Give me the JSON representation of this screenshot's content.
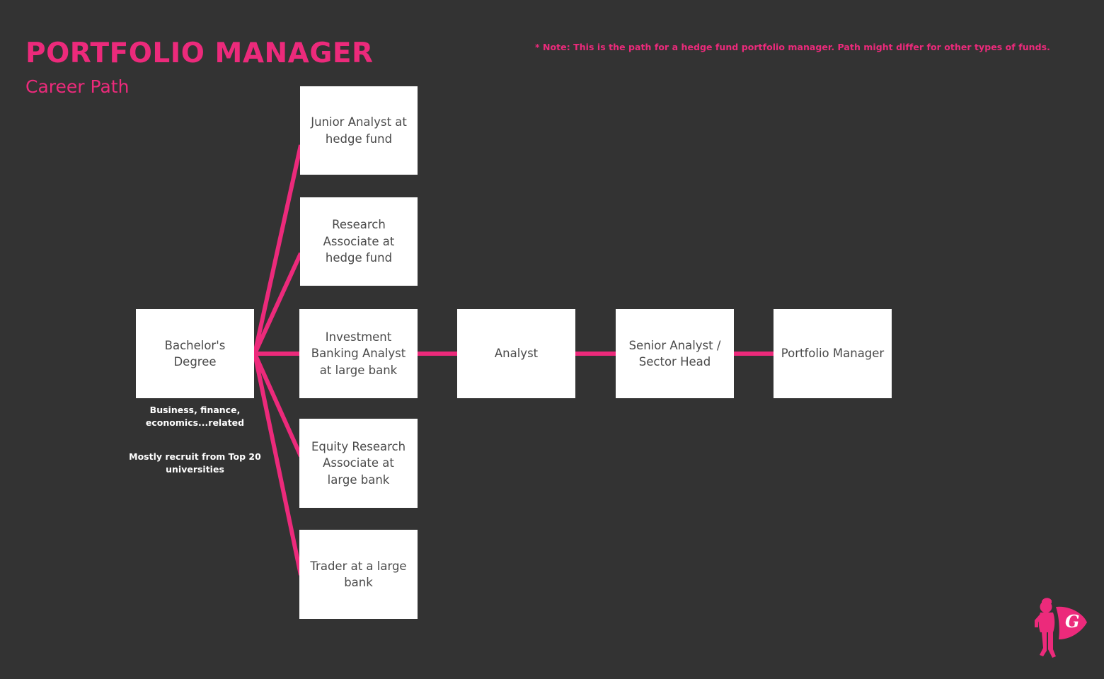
{
  "header": {
    "title": "PORTFOLIO MANAGER",
    "subtitle": "Career Path",
    "note": "* Note: This is the path for a hedge fund portfolio manager. Path might differ for other types of funds."
  },
  "theme": {
    "background": "#333333",
    "accent": "#ec2a7b",
    "node_fill": "#ffffff",
    "node_text": "#4a4a4a",
    "caption_text": "#ffffff"
  },
  "diagram": {
    "type": "flow",
    "start_node": {
      "id": "bachelors",
      "label": "Bachelor's Degree",
      "captions": [
        "Business, finance, economics...related",
        "Mostly recruit from Top 20 universities"
      ]
    },
    "entry_roles": [
      {
        "id": "junior-analyst-hedge-fund",
        "label": "Junior Analyst at hedge fund"
      },
      {
        "id": "research-associate-hedge-fund",
        "label": "Research Associate at hedge fund"
      },
      {
        "id": "investment-banking-analyst",
        "label": "Investment Banking Analyst at large bank"
      },
      {
        "id": "equity-research-associate",
        "label": "Equity Research Associate at large bank"
      },
      {
        "id": "trader-large-bank",
        "label": "Trader at a large bank"
      }
    ],
    "progression": [
      {
        "id": "analyst",
        "label": "Analyst"
      },
      {
        "id": "senior-analyst-sector-head",
        "label": "Senior Analyst / Sector Head"
      },
      {
        "id": "portfolio-manager",
        "label": "Portfolio Manager"
      }
    ],
    "edges": [
      {
        "from": "bachelors",
        "to": "junior-analyst-hedge-fund"
      },
      {
        "from": "bachelors",
        "to": "research-associate-hedge-fund"
      },
      {
        "from": "bachelors",
        "to": "investment-banking-analyst"
      },
      {
        "from": "bachelors",
        "to": "equity-research-associate"
      },
      {
        "from": "bachelors",
        "to": "trader-large-bank"
      },
      {
        "from": "investment-banking-analyst",
        "to": "analyst"
      },
      {
        "from": "analyst",
        "to": "senior-analyst-sector-head"
      },
      {
        "from": "senior-analyst-sector-head",
        "to": "portfolio-manager"
      }
    ]
  },
  "branding": {
    "logo_letter": "G",
    "logo_name": "superhero-logo"
  }
}
